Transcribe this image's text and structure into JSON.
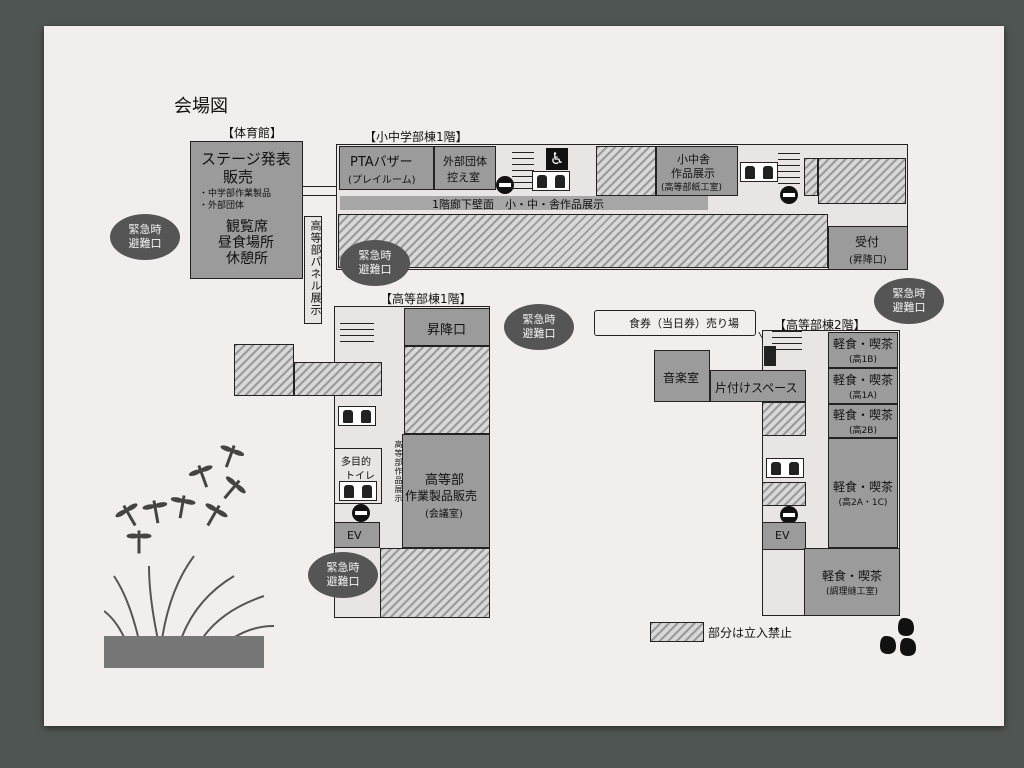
{
  "map_title": "会場図",
  "buildings": {
    "gym_label": "【体育館】",
    "jh_label": "【小中学部棟1階】",
    "hs1_label": "【高等部棟1階】",
    "hs2_label": "【高等部棟2階】"
  },
  "gym": {
    "stage_line1": "ステージ発表",
    "stage_line2": "販売",
    "sale_item1": "・中学部作業製品",
    "sale_item2": "・外部団体",
    "rest_line1": "観覧席",
    "rest_line2": "昼食場所",
    "rest_line3": "休憩所"
  },
  "jh": {
    "pta_line1": "PTAバザー",
    "pta_line2": "(プレイルーム)",
    "outside_line1": "外部団体",
    "outside_line2": "控え室",
    "works_line1": "小中舎",
    "works_line2": "作品展示",
    "works_line3": "(高等部紙工室)",
    "corridor_wall": "1階廊下壁面　小・中・舎作品展示",
    "reception_line1": "受付",
    "reception_line2": "(昇降口)"
  },
  "panel_exhibit": "高等部パネル展示",
  "hs1": {
    "entrance": "昇降口",
    "products_line1": "高等部",
    "products_line2": "作業製品販売",
    "products_line3": "(会議室)",
    "products_side": "高等部作品展示",
    "multi_toilet_line1": "多目的",
    "multi_toilet_line2": "トイレ",
    "ev": "EV"
  },
  "hs2": {
    "ticket_booth": "食券（当日券）売り場",
    "music_room": "音楽室",
    "cleanup_space": "片付けスペース",
    "ev": "EV",
    "cafes": [
      {
        "name": "軽食・喫茶",
        "room": "(高1B)"
      },
      {
        "name": "軽食・喫茶",
        "room": "(高1A)"
      },
      {
        "name": "軽食・喫茶",
        "room": "(高2B)"
      },
      {
        "name": "軽食・喫茶",
        "room": "(高2A・1C)"
      },
      {
        "name": "軽食・喫茶",
        "room": "(調理縫工室)"
      }
    ]
  },
  "emergency_exits": [
    {
      "line1": "緊急時",
      "line2": "避難口"
    },
    {
      "line1": "緊急時",
      "line2": "避難口"
    },
    {
      "line1": "緊急時",
      "line2": "避難口"
    },
    {
      "line1": "緊急時",
      "line2": "避難口"
    },
    {
      "line1": "緊急時",
      "line2": "避難口"
    }
  ],
  "legend": {
    "no_entry": "部分は立入禁止"
  },
  "icons": {
    "toilet": "toilet-icon",
    "wheelchair": "wheelchair-icon",
    "no_entry": "no-entry-icon",
    "dragonfly": "dragonfly-icon",
    "grass": "pampas-grass-icon",
    "chestnut": "chestnut-icon"
  }
}
